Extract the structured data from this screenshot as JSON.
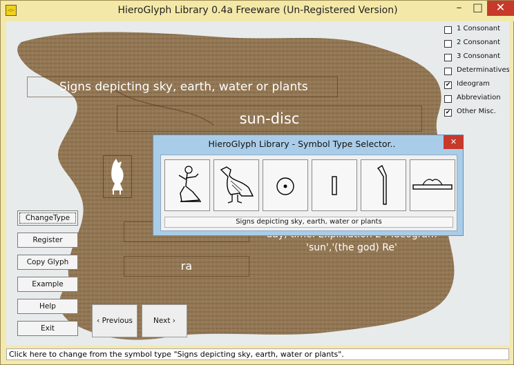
{
  "window": {
    "title": "HieroGlyph Library 0.4a Freeware (Un-Registered Version)",
    "minimize": "–",
    "maximize": "□",
    "close": "✕"
  },
  "main": {
    "category_text": "Signs depicting sky, earth, water or plants",
    "glyph_name": "sun-disc",
    "transliteration": "ra",
    "explanation_line1": "day, time. Explination 2 : Ideogram",
    "explanation_line2": "'sun','(the god) Re'"
  },
  "checkboxes": [
    {
      "label": "1 Consonant",
      "checked": false
    },
    {
      "label": "2 Consonant",
      "checked": false
    },
    {
      "label": "3 Consonant",
      "checked": false
    },
    {
      "label": "Determinatives",
      "checked": false
    },
    {
      "label": "Ideogram",
      "checked": true
    },
    {
      "label": "Abbreviation",
      "checked": false
    },
    {
      "label": "Other Misc.",
      "checked": true
    }
  ],
  "buttons": {
    "change_type": "ChangeType",
    "register": "Register",
    "copy_glyph": "Copy Glyph",
    "example": "Example",
    "help": "Help",
    "exit": "Exit",
    "previous": "‹ Previous",
    "next": "Next ›"
  },
  "status_bar": "Click here to change from the symbol type \"Signs depicting sky, earth, water or plants\".",
  "dialog": {
    "title": "HieroGlyph Library - Symbol Type Selector..",
    "close": "✕",
    "status": "Signs depicting sky, earth, water or plants",
    "symbols": [
      "seated-man-icon",
      "vulture-icon",
      "sun-disc-icon",
      "stroke-icon",
      "staff-icon",
      "land-icon"
    ]
  },
  "colors": {
    "titlebar": "#f4e8a8",
    "close_red": "#c7392b",
    "dialog_frame": "#a9cde9",
    "papyrus": "#8f7350"
  }
}
